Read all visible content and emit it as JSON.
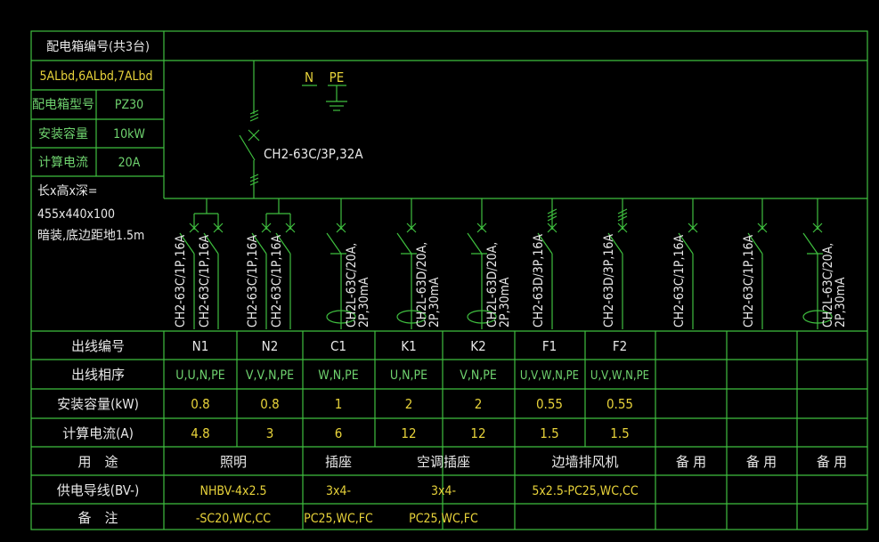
{
  "colors": {
    "background": "#000000",
    "grid": "#3fbf3f",
    "green_text": "#6fd36f",
    "white_text": "#e8e8e8",
    "yellow_text": "#e7d23a"
  },
  "header": {
    "title": "配电箱编号(共3台)",
    "box_ids": "5ALbd,6ALbd,7ALbd",
    "model_label": "配电箱型号",
    "model_value": "PZ30",
    "capacity_label": "安装容量",
    "capacity_value": "10kW",
    "current_label": "计算电流",
    "current_value": "20A",
    "size_label": "长x高x深=",
    "size_value": "455x440x100",
    "install_note": "暗装,底边距地1.5m"
  },
  "main": {
    "n_label": "N",
    "pe_label": "PE",
    "main_breaker": "CH2-63C/3P,32A"
  },
  "branches": [
    {
      "line1": "CH2-63C/1P,16A",
      "line2": ""
    },
    {
      "line1": "CH2-63C/1P,16A",
      "line2": ""
    },
    {
      "line1": "CH2-63C/1P,16A",
      "line2": ""
    },
    {
      "line1": "CH2-63C/1P,16A",
      "line2": ""
    },
    {
      "line1": "CH2L-63C/20A,",
      "line2": "2P,30mA"
    },
    {
      "line1": "CH2L-63D/20A,",
      "line2": "2P,30mA"
    },
    {
      "line1": "CH2L-63D/20A,",
      "line2": "2P,30mA"
    },
    {
      "line1": "CH2-63D/3P,16A",
      "line2": ""
    },
    {
      "line1": "CH2-63D/3P,16A",
      "line2": ""
    },
    {
      "line1": "CH2-63C/1P,16A",
      "line2": ""
    },
    {
      "line1": "CH2-63C/1P,16A",
      "line2": ""
    },
    {
      "line1": "CH2L-63C/20A,",
      "line2": "2P,30mA"
    }
  ],
  "table": {
    "row_labels": [
      "出线编号",
      "出线相序",
      "安装容量(kW)",
      "计算电流(A)",
      "用　途",
      "供电导线(BV-)",
      "备　注"
    ],
    "circuit_ids": [
      "N1",
      "N2",
      "C1",
      "K1",
      "K2",
      "F1",
      "F2"
    ],
    "phases": [
      "U,U,N,PE",
      "V,V,N,PE",
      "W,N,PE",
      "U,N,PE",
      "V,N,PE",
      "U,V,W,N,PE",
      "U,V,W,N,PE"
    ],
    "capacities": [
      "0.8",
      "0.8",
      "1",
      "2",
      "2",
      "0.55",
      "0.55"
    ],
    "currents": [
      "4.8",
      "3",
      "6",
      "12",
      "12",
      "1.5",
      "1.5"
    ],
    "uses": [
      "照明",
      "插座",
      "空调插座",
      "边墙排风机",
      "备 用",
      "备 用",
      "备 用"
    ],
    "wires": [
      "NHBV-4x2.5",
      "3x4-",
      "3x4-",
      "5x2.5-PC25,WC,CC"
    ],
    "notes": [
      "-SC20,WC,CC",
      "PC25,WC,FC",
      "PC25,WC,FC"
    ]
  }
}
